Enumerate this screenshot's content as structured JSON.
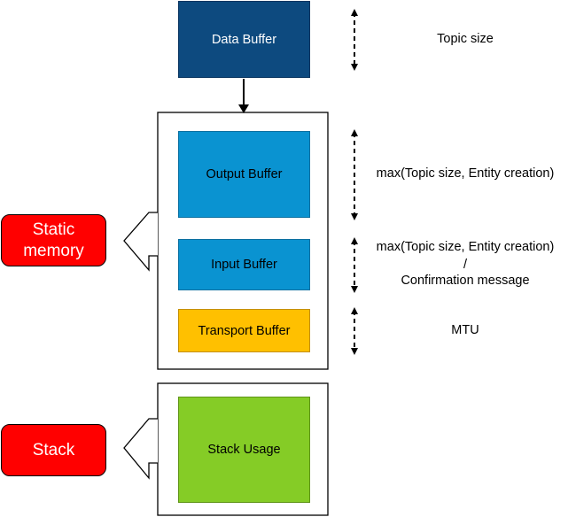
{
  "blocks": {
    "data_buffer": "Data Buffer",
    "output_buffer": "Output Buffer",
    "input_buffer": "Input Buffer",
    "transport_buffer": "Transport Buffer",
    "stack_usage": "Stack Usage"
  },
  "sizes": {
    "topic": "Topic size",
    "output": "max(Topic size, Entity creation)",
    "input_line1": "max(Topic size, Entity creation)",
    "input_line2": "/",
    "input_line3": "Confirmation message",
    "transport": "MTU"
  },
  "groups": {
    "static_line1": "Static",
    "static_line2": "memory",
    "stack": "Stack"
  },
  "colors": {
    "data_buffer": "#0d4a7f",
    "output_buffer": "#0a93d1",
    "input_buffer": "#0a93d1",
    "transport_buffer": "#ffc000",
    "stack_usage": "#85cc26",
    "group_label": "#ff0000"
  }
}
